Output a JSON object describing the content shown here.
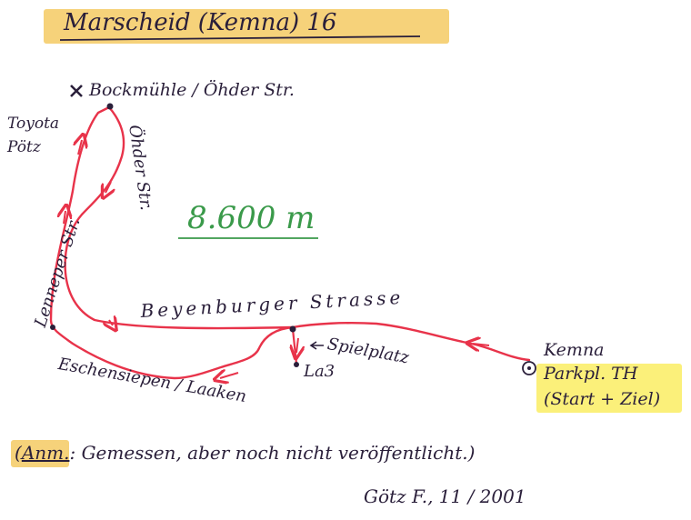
{
  "title": "Marscheid (Kemna) 16",
  "distance": "8.600 m",
  "labels": {
    "bockmuehle": "Bockmühle / Öhder Str.",
    "toyota": "Toyota",
    "poetz": "Pötz",
    "oehder_str": "Öhder Str.",
    "lenneper_str": "Lenneper Str.",
    "beyenburger_strasse": "Beyenburger Strasse",
    "spielplatz": "Spielplatz",
    "la3": "La3",
    "eschensiepen": "Eschensiepen / Laaken",
    "kemna": "Kemna",
    "parkplatz": "Parkpl. TH",
    "start_ziel": "(Start + Ziel)"
  },
  "note_prefix": "Anm.",
  "note_text": ": Gemessen, aber noch nicht veröffentlicht.)",
  "note_open": "(",
  "signature": "Götz F., 11 / 2001",
  "colors": {
    "route": "#e8334a",
    "ink": "#2a1f3a",
    "highlight": "#f6d27a",
    "highlight_yellow": "#fbf07a",
    "distance": "#3a9a4a"
  }
}
